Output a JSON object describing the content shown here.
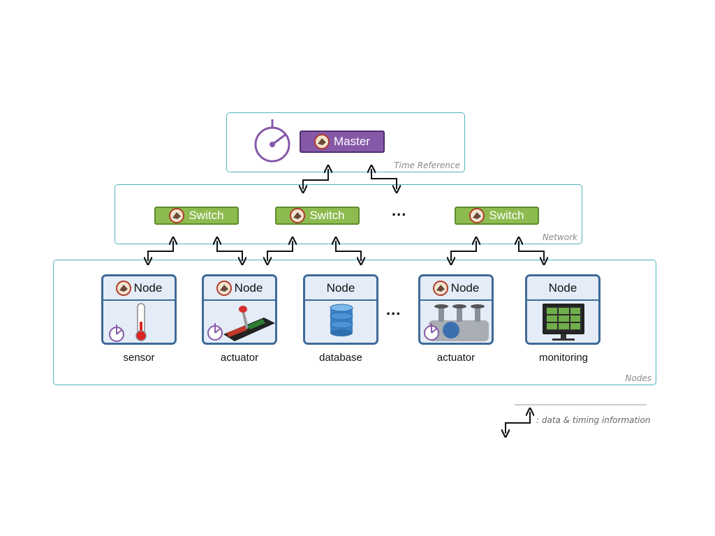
{
  "time_reference": {
    "label": "Time Reference",
    "master_label": "Master"
  },
  "network": {
    "label": "Network",
    "switches": [
      {
        "label": "Switch"
      },
      {
        "label": "Switch"
      },
      {
        "label": "Switch"
      }
    ],
    "ellipsis": "..."
  },
  "nodes_panel": {
    "label": "Nodes",
    "ellipsis": "...",
    "nodes": [
      {
        "label": "Node",
        "caption": "sensor",
        "icon": "thermometer-icon"
      },
      {
        "label": "Node",
        "caption": "actuator",
        "icon": "on-off-switch-icon"
      },
      {
        "label": "Node",
        "caption": "database",
        "icon": "database-icon"
      },
      {
        "label": "Node",
        "caption": "actuator",
        "icon": "valve-icon"
      },
      {
        "label": "Node",
        "caption": "monitoring",
        "icon": "monitor-icon"
      }
    ]
  },
  "legend": {
    "text": ": data & timing information"
  },
  "colors": {
    "panel_border": "#4fb3bf",
    "master": "#8659a8",
    "switch": "#8dbb4f",
    "node_border": "#3e6a97"
  }
}
